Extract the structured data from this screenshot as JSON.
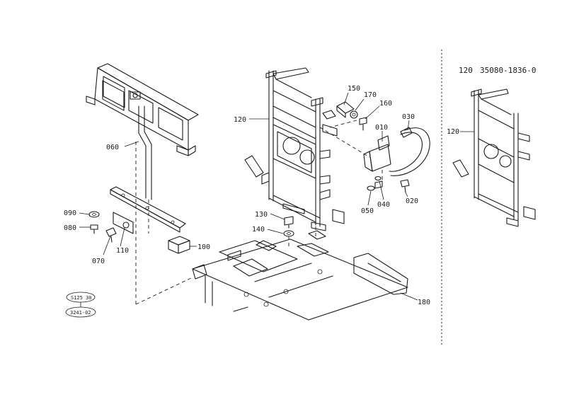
{
  "header": {
    "qty": "120",
    "part_number": "35080-1836-0"
  },
  "labels": {
    "p010": "010",
    "p020": "020",
    "p030": "030",
    "p040": "040",
    "p050": "050",
    "p060": "060",
    "p070": "070",
    "p080": "080",
    "p090": "090",
    "p100": "100",
    "p110": "110",
    "p120_main": "120",
    "p120_inset": "120",
    "p130": "130",
    "p140": "140",
    "p150": "150",
    "p160": "160",
    "p170": "170",
    "p180": "180"
  },
  "stamps": {
    "stamp_top": "S125 30",
    "stamp_bottom": "3241-02"
  }
}
